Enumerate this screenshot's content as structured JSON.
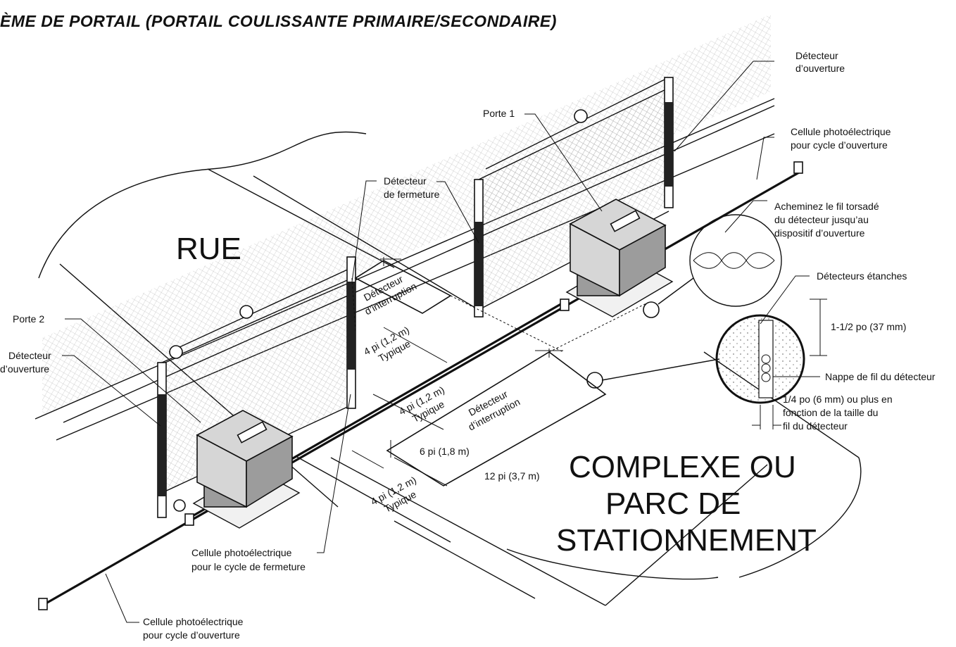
{
  "title": "ÈME DE PORTAIL (PORTAIL COULISSANTE PRIMAIRE/SECONDAIRE)",
  "areas": {
    "street": "RUE",
    "complex_line1": "COMPLEXE OU",
    "complex_line2": "PARC DE",
    "complex_line3": "STATIONNEMENT"
  },
  "callouts": {
    "gate1": "Porte 1",
    "gate2": "Porte 2",
    "open_detector_right_1": "Détecteur",
    "open_detector_right_2": "d’ouverture",
    "open_detector_left_1": "Détecteur",
    "open_detector_left_2": "d’ouverture",
    "close_detector_1": "Détecteur",
    "close_detector_2": "de fermeture",
    "photocell_open_right_1": "Cellule photoélectrique",
    "photocell_open_right_2": "pour cycle d’ouverture",
    "route_wire_1": "Acheminez le fil torsadé",
    "route_wire_2": "du détecteur jusqu’au",
    "route_wire_3": "dispositif d’ouverture",
    "sealed_detectors": "Détecteurs étanches",
    "depth": "1-1/2 po (37 mm)",
    "wire_layer": "Nappe de fil du détecteur",
    "gap_1": "1/4 po (6 mm) ou plus en",
    "gap_2": "fonction de la taille du",
    "gap_3": "fil du détecteur",
    "photocell_close_1": "Cellule photoélectrique",
    "photocell_close_2": "pour le cycle de fermeture",
    "photocell_open_bottom_1": "Cellule photoélectrique",
    "photocell_open_bottom_2": "pour cycle d’ouverture",
    "interrupt_top_1": "Détecteur",
    "interrupt_top_2": "d’interruption",
    "interrupt_bottom_1": "Détecteur",
    "interrupt_bottom_2": "d’interruption",
    "typ_a_1": "4 pi (1,2 m)",
    "typ_a_2": "Typique",
    "typ_b_1": "4 pi (1,2 m)",
    "typ_b_2": "Typique",
    "typ_c_1": "4 pi (1,2 m)",
    "typ_c_2": "Typique",
    "dim_6": "6 pi (1,8 m)",
    "dim_12": "12 pi (3,7 m)"
  }
}
